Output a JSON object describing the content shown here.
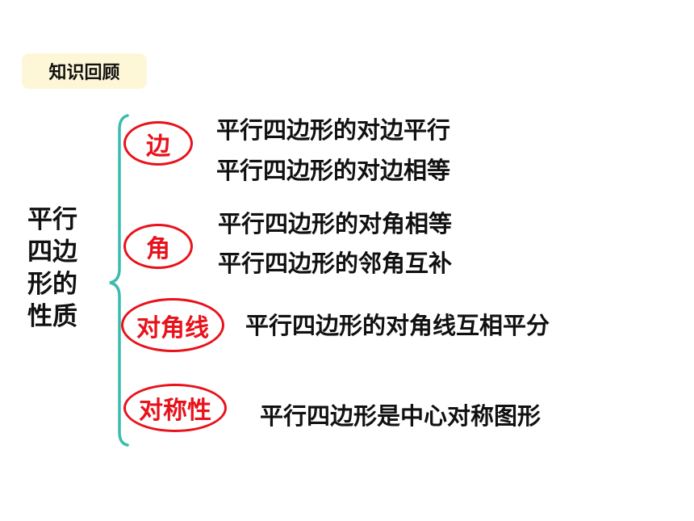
{
  "section_tag": "知识回顾",
  "topic_lines": [
    "平行",
    "四边",
    "形的",
    "性质"
  ],
  "colors": {
    "accent_red": "#e8121b",
    "brace_teal": "#3bbcb0",
    "tag_bg": "#fdf7d8"
  },
  "groups": [
    {
      "label": "边",
      "properties": [
        "平行四边形的对边平行",
        "平行四边形的对边相等"
      ]
    },
    {
      "label": "角",
      "properties": [
        "平行四边形的对角相等",
        "平行四边形的邻角互补"
      ]
    },
    {
      "label": "对角线",
      "properties": [
        "平行四边形的对角线互相平分"
      ]
    },
    {
      "label": "对称性",
      "properties": [
        "平行四边形是中心对称图形"
      ]
    }
  ]
}
